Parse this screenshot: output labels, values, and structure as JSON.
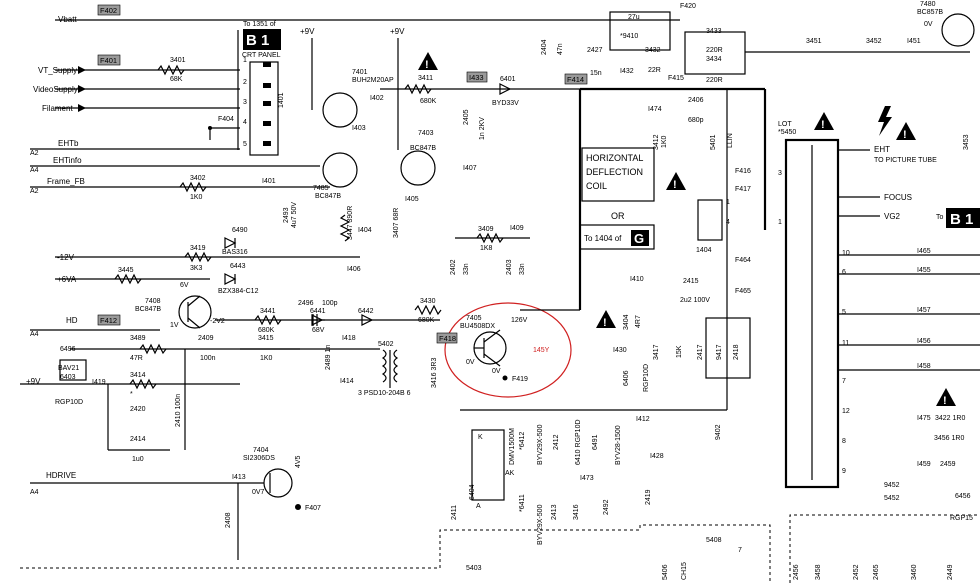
{
  "left_panel": {
    "board_name": "B 1",
    "panel_ref": "To 1351 of",
    "panel_label": "CRT PANEL",
    "connector_ref": "1401"
  },
  "flags": {
    "f402": "F402",
    "f401": "F401",
    "f404": "F404",
    "f412": "F412",
    "f407": "F407",
    "f419": "F419",
    "f418": "F418",
    "f420": "F420",
    "f414": "F414",
    "f415": "F415",
    "f416": "F416",
    "f417": "F417",
    "f464": "F464",
    "f465": "F465"
  },
  "nets": {
    "vbatt": "Vbatt",
    "vt_supply": "VT_Supply",
    "video_supply": "VideoSupply",
    "filament": "Filament",
    "a2_1": "A2",
    "ehtb": "EHTb",
    "a4_1": "A4",
    "ehtinfo": "EHTinfo",
    "a2_2": "A2",
    "frame_fb": "Frame_FB",
    "minus12v": "-12V",
    "plus6va": "+6VA",
    "a4_2": "A4",
    "hd": "HD",
    "plus9v": "+9V",
    "a4_3": "A4",
    "hdrive": "HDRIVE",
    "plus9v_2": "+9V",
    "plus9v_3": "+9V"
  },
  "nodes": {
    "i401": "I401",
    "i403": "I403",
    "i404": "I404",
    "i406": "I406",
    "i405": "I405",
    "i407": "I407",
    "i402": "I402",
    "i433": "I433",
    "i409": "I409",
    "i418": "I418",
    "i414": "I414",
    "i419": "I419",
    "i413": "I413",
    "i432": "I432",
    "i474": "I474",
    "i410": "I410",
    "i430": "I430",
    "i412": "I412",
    "i473": "I473",
    "i428": "I428",
    "i451": "I451",
    "i465": "I465",
    "i455": "I455",
    "i457": "I457",
    "i456": "I456",
    "i458": "I458",
    "i475": "I475",
    "i459": "I459"
  },
  "voltages": {
    "v6": "6V",
    "v1": "1V",
    "v2v2": "-2V2",
    "v0v7": "0V7",
    "v4v5": "4V5",
    "v126": "126V",
    "v0a": "0V",
    "v0b": "0V",
    "v0c": "0V"
  },
  "annotations": {
    "red_note": "145Y"
  },
  "pins": {
    "p1": "1",
    "p4": "4",
    "p7": "7",
    "p3": "3",
    "p1b": "1",
    "p10": "10",
    "p6": "6",
    "p5": "5",
    "p11": "11",
    "p7b": "7",
    "p12": "12",
    "p8": "8",
    "p9": "9"
  },
  "parts": {
    "r3401": "3401",
    "r3401_val": "68K",
    "r3402": "3402",
    "r3402_val": "1K0",
    "r3419": "3419",
    "r3419_val": "3K3",
    "r3445": "3445",
    "d6490": "6490",
    "d6490_val": "BAS316",
    "d6443": "6443",
    "d6443_val": "BZX384-C12",
    "q7408": "7408",
    "q7408_val": "BC847B",
    "r3489": "3489",
    "r3489_val": "47R",
    "r3441": "3441",
    "r3441_val": "680K",
    "c2496": "2496",
    "c2496_val": "100p",
    "d6441": "6441",
    "d6441_val": "68V",
    "d6442": "6442",
    "r3430": "3430",
    "r3430_val": "680K",
    "d6496": "6496",
    "d6496_val": "BAV21",
    "d6403": "6403",
    "d6403_val": "RGP10D",
    "r3414": "3414",
    "r3414_val": "*",
    "c2420": "2420",
    "c2414": "2414",
    "c2414_val": "1u0",
    "c2409": "2409",
    "c2409_val": "100n",
    "r3415": "3415",
    "r3415_val": "1K0",
    "c2410": "2410 100n",
    "q7404": "7404",
    "q7404_val": "SI2306DS",
    "c2408": "2408",
    "q7401": "7401",
    "q7401_val": "BUH2M20AP",
    "q7485": "7485",
    "q7485_val": "BC847B",
    "c2493": "2493",
    "c2493_val": "4u7 50V",
    "r3447": "3447 390R",
    "q7403": "7403",
    "q7403_val": "BC847B",
    "r3407": "3407 68R",
    "r3411": "3411",
    "r3411_val": "680K",
    "d6401": "6401",
    "d6401_val": "BYD33V",
    "c2405": "2405",
    "c2405_val": "1n 2KV",
    "r3409": "3409",
    "r3409_val": "1K8",
    "c2402": "2402",
    "c2402_val": "33n",
    "c2403": "2403",
    "c2403_val": "33n",
    "q7405": "7405",
    "q7405_val": "BU4508DX",
    "t5402": "5402",
    "t5402_val": "3 PSD10-204B 6",
    "c2489": "2489 1n",
    "r3416": "3416 3R3",
    "c1404": "1404",
    "l27u": "27u",
    "l9410": "*9410",
    "c2404": "2404",
    "c2404_val": "47n",
    "c2427": "2427",
    "c2427_val": "15n",
    "r3432": "3432",
    "r3432_val": "22R",
    "r3433": "3433",
    "r3433_val": "220R",
    "r3434": "3434",
    "r3434_val": "220R",
    "r3451": "3451",
    "r3452": "3452",
    "q7480": "7480",
    "q7480_val": "BC857B",
    "c2406": "2406",
    "c2406_val": "680p",
    "r3412": "3412",
    "r3412_val": "1K0",
    "l5401": "5401",
    "l5401_val": "LLIN",
    "c2415": "2415",
    "c2415_val": "2u2 100V",
    "r3404": "3404",
    "r3404_val": "4R7",
    "r3417": "3417",
    "r3417_val": "15K",
    "d6406": "6406",
    "d6406_val": "RGP10D",
    "c2417": "2417",
    "c2417_val": "9417",
    "c2418": "2418",
    "k_label": "K",
    "ak_label": "AK",
    "a_label": "A",
    "d7400": "DMV1500M",
    "d6412": "*6412",
    "d6412_val": "BYV29X-500",
    "d6411": "*6411",
    "d6411_val": "BYV29X-500",
    "c2412": "2412",
    "d6410": "6410 RGP10D",
    "d6491": "6491",
    "d6491_val": "BYV28-1500",
    "d6404": "6404",
    "c2411": "2411",
    "c2413": "2413",
    "r3416b": "3416",
    "c2492": "2492",
    "c2419": "2419",
    "l9402": "9402",
    "l5403": "5403",
    "l5408": "5408",
    "l5406": "5406",
    "l5406_val": "CH15",
    "lot": "LOT",
    "lot_ref": "*5450",
    "r3422": "3422 1R0",
    "r3456": "3456 1R0",
    "c2459": "2459",
    "c9452": "9452",
    "l5452": "5452",
    "d6456": "6456",
    "d6456_val": "RGP15",
    "r3453": "3453",
    "b_2456": "2456",
    "b_3458": "3458",
    "b_2452": "2452",
    "b_2465": "2465",
    "b_3460": "3460",
    "b_2449": "2449"
  },
  "deflection": {
    "line1": "HORIZONTAL",
    "line2": "DEFLECTION",
    "line3": "COIL",
    "or": "OR",
    "ref": "To 1404 of",
    "letter": "G"
  },
  "lot": {
    "eht": "EHT",
    "eht_desc": "TO PICTURE TUBE",
    "focus": "FOCUS",
    "vg2": "VG2",
    "to": "To",
    "board": "B 1"
  }
}
